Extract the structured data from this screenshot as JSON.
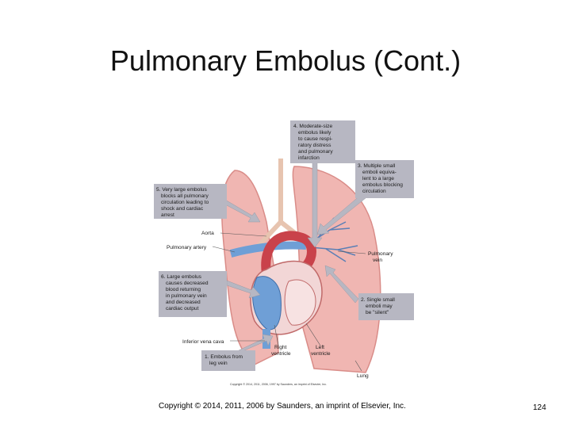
{
  "slide": {
    "title": "Pulmonary Embolus (Cont.)",
    "footer": "Copyright © 2014, 2011, 2006 by Saunders, an imprint of Elsevier, Inc.",
    "page_number": "124"
  },
  "figure": {
    "callouts": {
      "c1": [
        "1. Embolus from",
        "leg vein"
      ],
      "c2": [
        "2. Single small",
        "emboli may",
        "be \"silent\""
      ],
      "c3": [
        "3. Multiple small",
        "emboli equiva-",
        "lent to a large",
        "embolus blocking",
        "circulation"
      ],
      "c4": [
        "4. Moderate-size",
        "embolus likely",
        "to cause respi-",
        "ratory distress",
        "and pulmonary",
        "infarction"
      ],
      "c5": [
        "5. Very large embolus",
        "blocks all pulmonary",
        "circulation leading to",
        "shock and cardiac",
        "arrest"
      ],
      "c6": [
        "6. Large embolus",
        "causes decreased",
        "blood returning",
        "in pulmonary vein",
        "and decreased",
        "cardiac output"
      ]
    },
    "labels": {
      "aorta": "Aorta",
      "pulmonary_artery": "Pulmonary artery",
      "pulmonary_vein": [
        "Pulmonary",
        "vein"
      ],
      "inferior_vena_cava": "Inferior vena cava",
      "right_ventricle": [
        "Right",
        "ventricle"
      ],
      "left_ventricle": [
        "Left",
        "ventricle"
      ],
      "lung": "Lung"
    },
    "credit": "Copyright © 2014, 2011, 2006, 1997 by Saunders, an imprint of Elsevier, Inc.",
    "colors": {
      "lung": "#f0b6b2",
      "lung_edge": "#d98c88",
      "vein_blue": "#6f9fd6",
      "artery_red": "#c9424a",
      "callout_box": "#b7b7c2"
    }
  }
}
